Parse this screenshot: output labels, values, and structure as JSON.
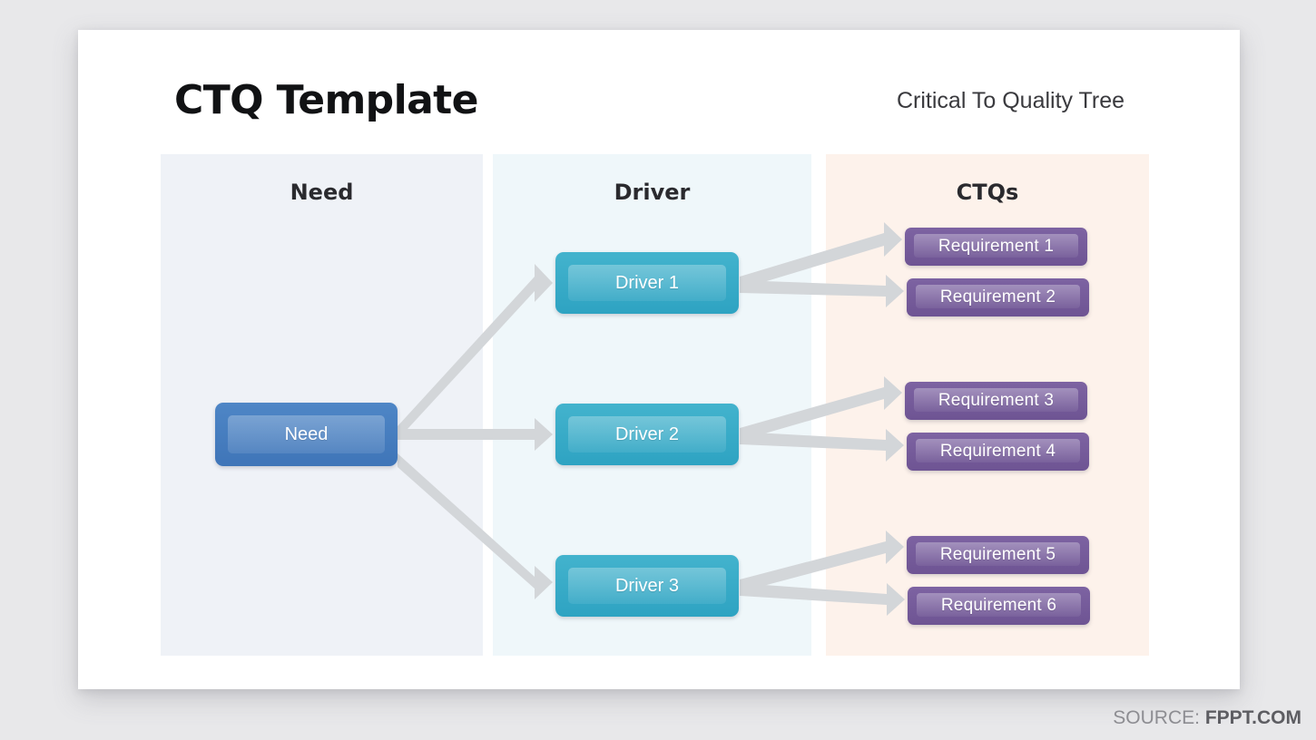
{
  "slide": {
    "title": "CTQ Template",
    "subtitle": "Critical To Quality Tree"
  },
  "columns": [
    {
      "id": "need",
      "header": "Need",
      "background": "#eff2f7"
    },
    {
      "id": "driver",
      "header": "Driver",
      "background": "#eff7fa"
    },
    {
      "id": "ctqs",
      "header": "CTQs",
      "background": "#fdf2eb"
    }
  ],
  "nodes": {
    "need": {
      "label": "Need",
      "color": "#3f75b8"
    },
    "drivers": [
      {
        "label": "Driver 1",
        "color": "#2ea3c2"
      },
      {
        "label": "Driver 2",
        "color": "#2ea3c2"
      },
      {
        "label": "Driver 3",
        "color": "#2ea3c2"
      }
    ],
    "requirements": [
      {
        "label": "Requirement  1",
        "color": "#6e5493"
      },
      {
        "label": "Requirement  2",
        "color": "#6e5493"
      },
      {
        "label": "Requirement  3",
        "color": "#6e5493"
      },
      {
        "label": "Requirement  4",
        "color": "#6e5493"
      },
      {
        "label": "Requirement  5",
        "color": "#6e5493"
      },
      {
        "label": "Requirement  6",
        "color": "#6e5493"
      }
    ]
  },
  "connectors": {
    "color": "#d3d6d9",
    "edges": [
      {
        "from": "Need",
        "to": "Driver 1"
      },
      {
        "from": "Need",
        "to": "Driver 2"
      },
      {
        "from": "Need",
        "to": "Driver 3"
      },
      {
        "from": "Driver 1",
        "to": "Requirement  1"
      },
      {
        "from": "Driver 1",
        "to": "Requirement  2"
      },
      {
        "from": "Driver 2",
        "to": "Requirement  3"
      },
      {
        "from": "Driver 2",
        "to": "Requirement  4"
      },
      {
        "from": "Driver 3",
        "to": "Requirement  5"
      },
      {
        "from": "Driver 3",
        "to": "Requirement  6"
      }
    ]
  },
  "footer": {
    "source_label": "SOURCE:",
    "source_value": "FPPT.COM"
  }
}
